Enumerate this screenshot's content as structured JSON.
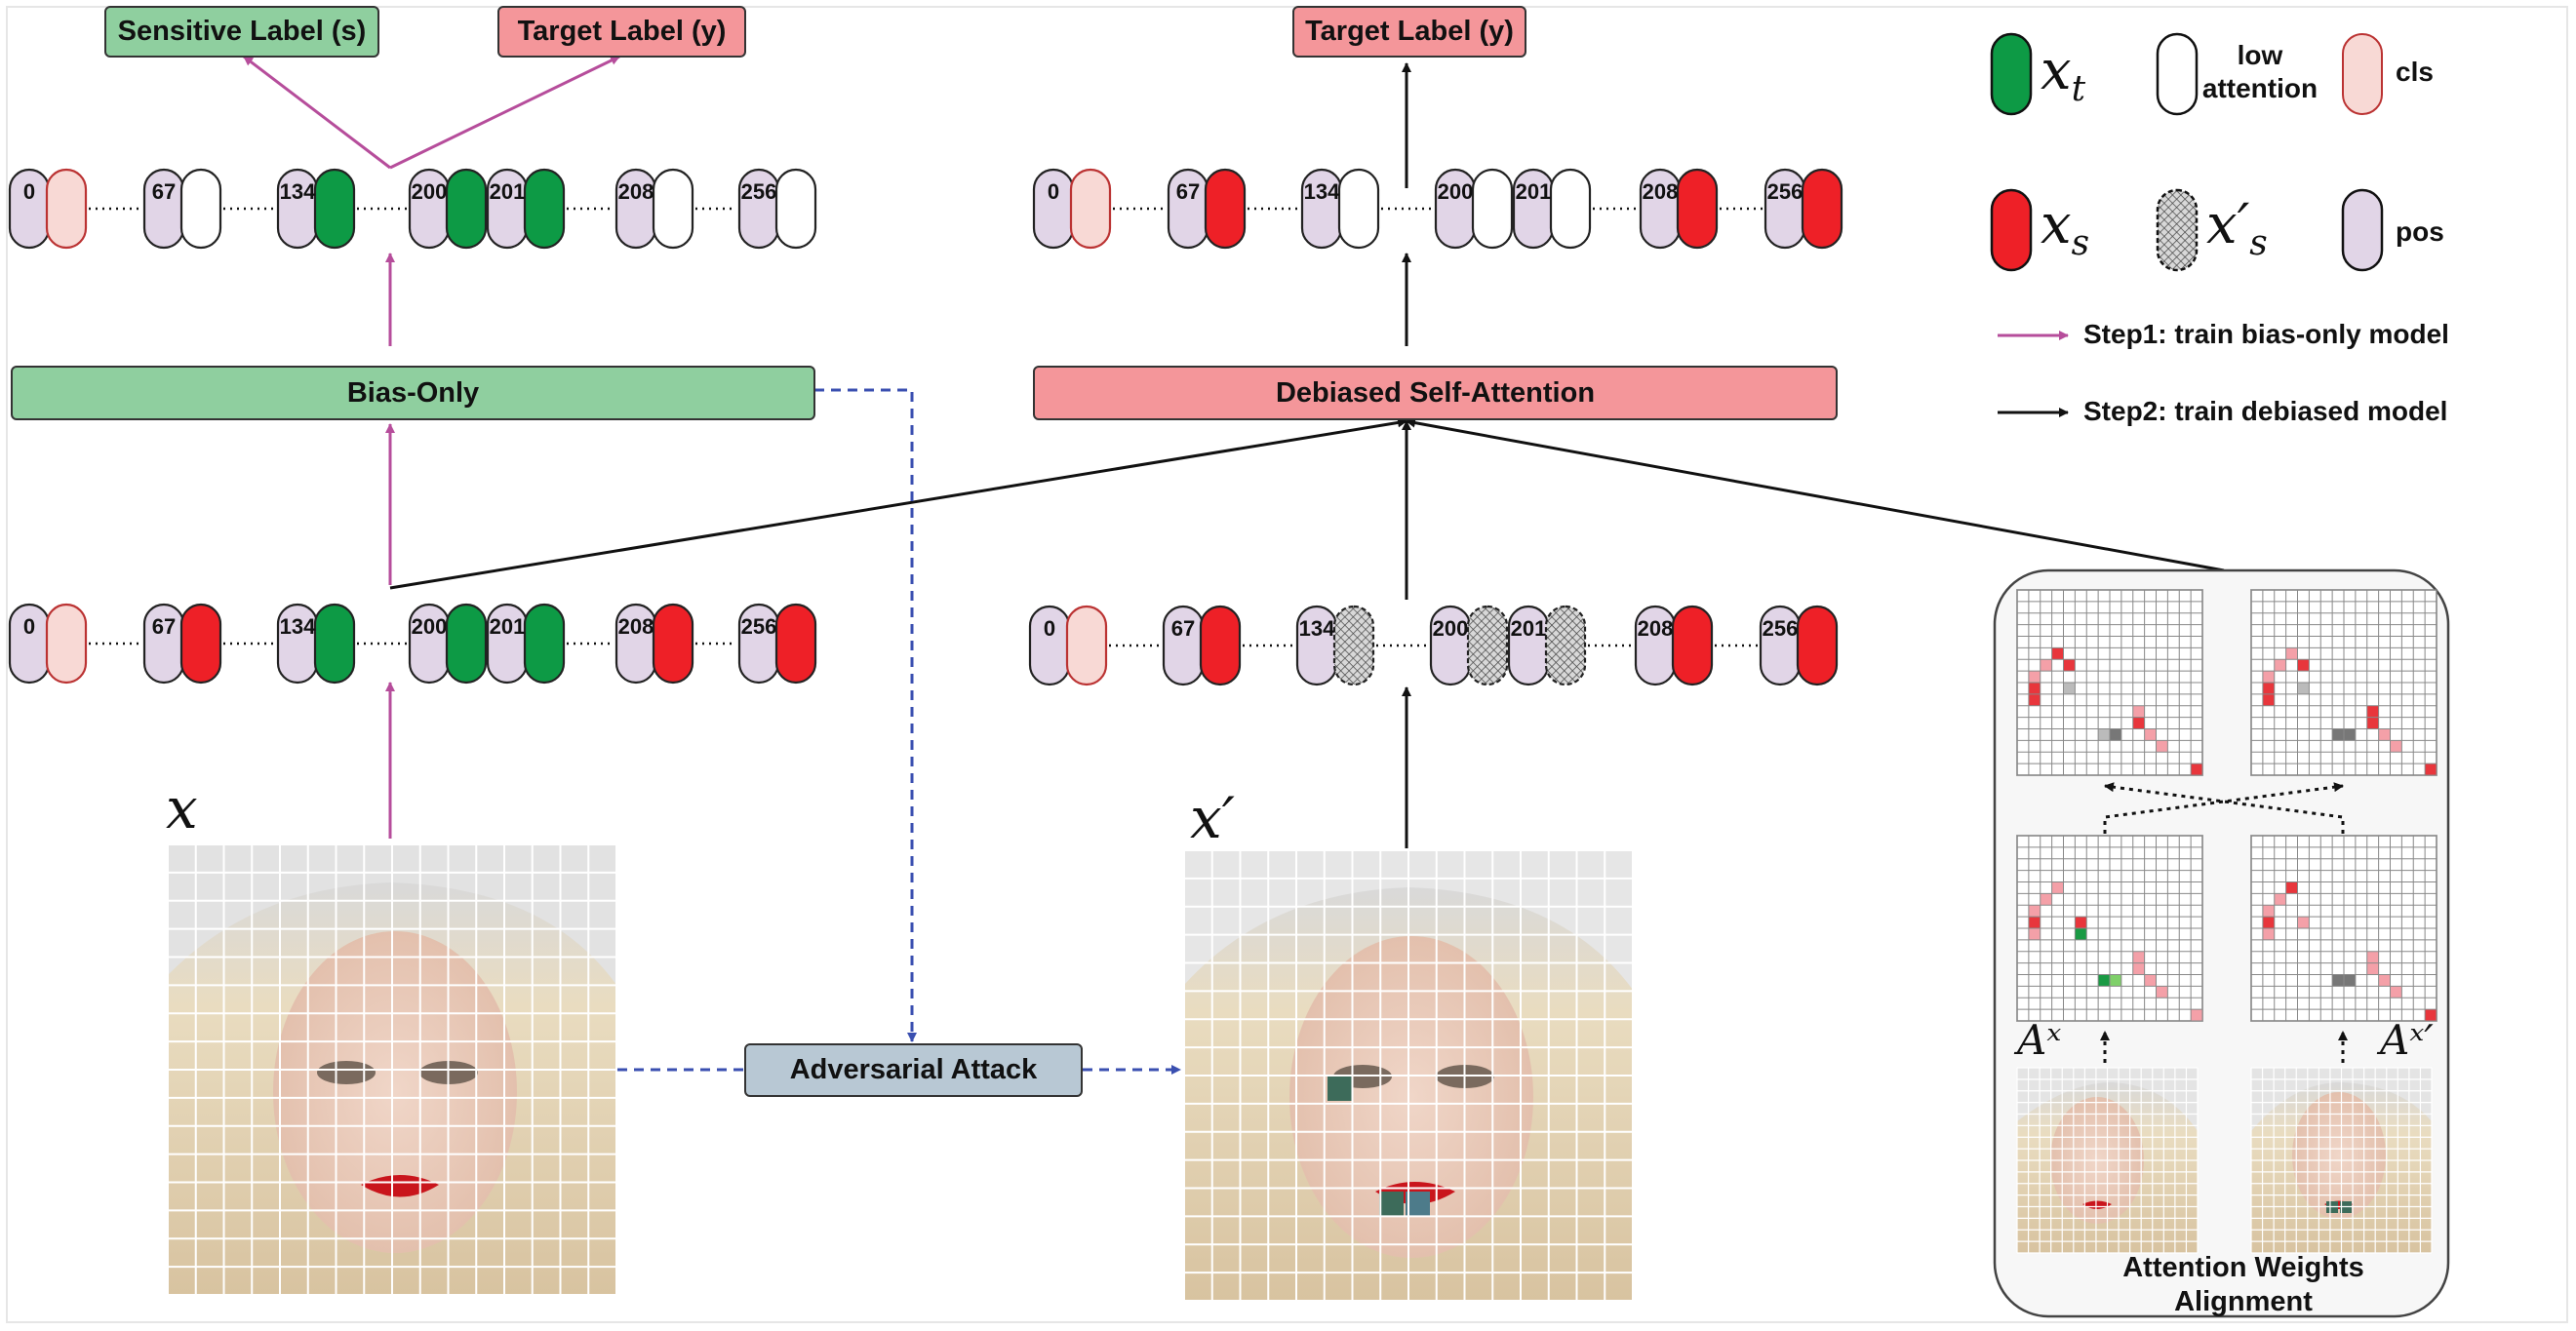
{
  "labels": {
    "sensitive_label": "Sensitive Label (s)",
    "target_label_left": "Target Label (y)",
    "target_label_right": "Target Label (y)",
    "bias_only": "Bias-Only",
    "debiased_self_attention": "Debiased Self-Attention",
    "adversarial_attack": "Adversarial Attack",
    "attention_alignment": "Attention Weights Alignment"
  },
  "math": {
    "x": "x",
    "x_prime": "x′",
    "A_x": "Aˣ",
    "A_x_prime": "Aˣ′"
  },
  "legend": {
    "xt_symbol": "x",
    "xt_sub": "t",
    "low_attention": "low attention",
    "cls": "cls",
    "xs_symbol": "x",
    "xs_sub": "s",
    "xs_prime_symbol": "x′",
    "xs_prime_sub": "s",
    "pos": "pos",
    "step1": "Step1: train bias-only model",
    "step2": "Step2: train debiased model"
  },
  "token_rows": {
    "bias_output": [
      "0",
      "67",
      "134",
      "200",
      "201",
      "208",
      "256"
    ],
    "bias_input": [
      "0",
      "67",
      "134",
      "200",
      "201",
      "208",
      "256"
    ],
    "debiased_output": [
      "0",
      "67",
      "134",
      "200",
      "201",
      "208",
      "256"
    ],
    "debiased_input": [
      "0",
      "67",
      "134",
      "200",
      "201",
      "208",
      "256"
    ]
  },
  "colors": {
    "target_token": "#0d9a45",
    "sensitive_token": "#ee2027",
    "low_attention": "#ffffff",
    "cls": "#f8d9d5",
    "pos": "#e1d5e7",
    "step1_arrow": "#b64d9b",
    "step2_arrow": "#111111",
    "attack_arrow": "#3a4fb0"
  }
}
